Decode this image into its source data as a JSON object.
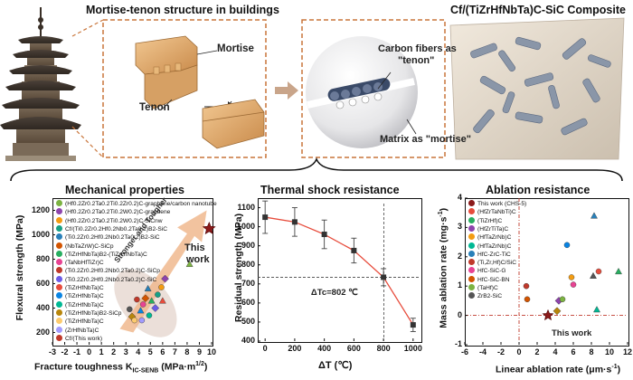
{
  "headers": {
    "top_left": "Mortise-tenon structure in buildings",
    "top_right": "Cf/(TiZrHfNbTa)C-SiC Composite",
    "mortise": "Mortise",
    "tenon": "Tenon",
    "carbon_fibers": "Carbon fibers as",
    "tenon_quoted": "\"tenon\"",
    "matrix": "Matrix as \"mortise\"",
    "mech": "Mechanical properties",
    "thermal": "Thermal shock resistance",
    "ablation": "Ablation resistance"
  },
  "panel1": {
    "ylabel": "Flexural strength (MPa)",
    "xlabel": "Fracture toughness K",
    "xlabel_sub": "IC-SENB",
    "xlabel_unit": " (MPa·m",
    "xlabel_sup": "1/2",
    "xlabel_end": ")",
    "arrow_text": "Stronger and Tougher",
    "this_work_1": "This",
    "this_work_2": "work",
    "xticks": [
      "-3",
      "-2",
      "-1",
      "0",
      "1",
      "2",
      "3",
      "4",
      "5",
      "6",
      "7",
      "8",
      "9",
      "10"
    ],
    "yticks": [
      "200",
      "400",
      "600",
      "800",
      "1000",
      "1200"
    ],
    "legend": [
      {
        "label": "(Hf0.2Zr0.2Ta0.2Ti0.2Zr0.2)C-graphene/carbon nanotube",
        "color": "#7cb342"
      },
      {
        "label": "(Hf0.2Zr0.2Ta0.2Ti0.2W0.2)C-graphene",
        "color": "#8e44ad"
      },
      {
        "label": "(Hf0.2Zr0.2Ta0.2Ti0.2W0.2)C-SiCnw",
        "color": "#f39c12"
      },
      {
        "label": "Cf/(Ti0.2Zr0.2Hf0.2Nb0.2Ta0.2)B2-SiC",
        "color": "#16a085"
      },
      {
        "label": "(Ti0.2Zr0.2Hf0.2Nb0.2Ta0.2)B2-SiC",
        "color": "#2980b9"
      },
      {
        "label": "(NbTaZrW)C-SiCp",
        "color": "#d35400"
      },
      {
        "label": "(TiZrHfNbTa)B2-(TiZrHfNbTa)C",
        "color": "#27ae60"
      },
      {
        "label": "(TaNbHfTiZr)C",
        "color": "#e84393"
      },
      {
        "label": "(Ti0.2Zr0.2Hf0.2Nb0.2Ta0.2)C-SiCp",
        "color": "#c0392b"
      },
      {
        "label": "(Ti0.2Zr0.2Hf0.2Nb0.2Ta0.2)C-SiC",
        "color": "#6c5ce7"
      },
      {
        "label": "(TiZrHfNbTa)C",
        "color": "#e74c3c"
      },
      {
        "label": "(TiZrHfNbTa)C",
        "color": "#0984e3"
      },
      {
        "label": "(TiZrHfNbTa)C",
        "color": "#00b894"
      },
      {
        "label": "(TiZrHfNbTa)B2-SiCp",
        "color": "#b8860b"
      },
      {
        "label": "(TiZrHfNbTa)C",
        "color": "#fdcb6e"
      },
      {
        "label": "(ZrHfNbTa)C",
        "color": "#a29bfe"
      },
      {
        "label": "Cf/(This work)",
        "color": "#c0392b"
      }
    ],
    "points": [
      {
        "x": 9.8,
        "y": 1050,
        "color": "#8b1a1a",
        "shape": "star"
      },
      {
        "x": 8.2,
        "y": 760,
        "color": "#7cb342",
        "shape": "tri"
      },
      {
        "x": 6.2,
        "y": 640,
        "color": "#8e44ad",
        "shape": "sq"
      },
      {
        "x": 5.9,
        "y": 570,
        "color": "#f39c12",
        "shape": "circ"
      },
      {
        "x": 5.6,
        "y": 510,
        "color": "#16a085",
        "shape": "circ"
      },
      {
        "x": 4.8,
        "y": 560,
        "color": "#2980b9",
        "shape": "tri"
      },
      {
        "x": 4.6,
        "y": 480,
        "color": "#d35400",
        "shape": "sq"
      },
      {
        "x": 5.1,
        "y": 460,
        "color": "#27ae60",
        "shape": "tri"
      },
      {
        "x": 4.4,
        "y": 430,
        "color": "#e84393",
        "shape": "circ"
      },
      {
        "x": 3.9,
        "y": 470,
        "color": "#c0392b",
        "shape": "circ"
      },
      {
        "x": 5.4,
        "y": 400,
        "color": "#6c5ce7",
        "shape": "sq"
      },
      {
        "x": 4.2,
        "y": 380,
        "color": "#0984e3",
        "shape": "tri"
      },
      {
        "x": 4.9,
        "y": 340,
        "color": "#00b894",
        "shape": "circ"
      },
      {
        "x": 3.5,
        "y": 330,
        "color": "#b8860b",
        "shape": "sq"
      },
      {
        "x": 3.7,
        "y": 300,
        "color": "#fdcb6e",
        "shape": "circ"
      },
      {
        "x": 4.3,
        "y": 300,
        "color": "#a29bfe",
        "shape": "circ"
      },
      {
        "x": 6.0,
        "y": 460,
        "color": "#e74c3c",
        "shape": "tri"
      },
      {
        "x": 3.3,
        "y": 390,
        "color": "#555555",
        "shape": "circ"
      }
    ]
  },
  "panel2": {
    "ylabel": "Residual strength (MPa)",
    "xlabel": "ΔT (℃)",
    "annotation": "ΔTc=802 ℃",
    "xticks": [
      "0",
      "200",
      "400",
      "600",
      "800",
      "1000"
    ],
    "yticks": [
      "400",
      "500",
      "600",
      "700",
      "800",
      "900",
      "1000",
      "1100"
    ]
  },
  "panel3": {
    "ylabel": "Mass ablation rate (mg·s",
    "ylabel_sup": "-1",
    "ylabel_end": ")",
    "xlabel": "Linear ablation rate (μm·s",
    "xlabel_sup": "-1",
    "xlabel_end": ")",
    "this_work": "This work",
    "xticks": [
      "-6",
      "-4",
      "-2",
      "0",
      "2",
      "4",
      "6",
      "8",
      "10",
      "12"
    ],
    "yticks": [
      "-1",
      "0",
      "1",
      "2",
      "3",
      "4"
    ],
    "legend": [
      {
        "label": "This work (CHS-5)",
        "color": "#8b1a1a"
      },
      {
        "label": "(HfZrTaNbTi)C",
        "color": "#e74c3c"
      },
      {
        "label": "(TiZrHf)C",
        "color": "#27ae60"
      },
      {
        "label": "(HfZrTiTa)C",
        "color": "#8e44ad"
      },
      {
        "label": "(HfTaZrNb)C",
        "color": "#f39c12"
      },
      {
        "label": "(HfTaZrNb)C",
        "color": "#00b894"
      },
      {
        "label": "HfC-ZrC-TiC",
        "color": "#2980b9"
      },
      {
        "label": "(Ti,Zr,Hf)C/SiC",
        "color": "#c0392b"
      },
      {
        "label": "HfC-SiC-G",
        "color": "#e84393"
      },
      {
        "label": "HfC-SiC-BN",
        "color": "#d35400"
      },
      {
        "label": "(TaHf)C",
        "color": "#7cb342"
      },
      {
        "label": "ZrB2-SiC",
        "color": "#555555"
      }
    ],
    "points": [
      {
        "x": 3.2,
        "y": 0.0,
        "color": "#8b1a1a",
        "shape": "star"
      },
      {
        "x": 8.3,
        "y": 3.4,
        "color": "#2980b9",
        "shape": "tri"
      },
      {
        "x": 5.3,
        "y": 2.4,
        "color": "#0984e3",
        "shape": "circ"
      },
      {
        "x": 11.0,
        "y": 1.5,
        "color": "#27ae60",
        "shape": "tri"
      },
      {
        "x": 8.8,
        "y": 1.5,
        "color": "#e74c3c",
        "shape": "circ"
      },
      {
        "x": 6.0,
        "y": 1.05,
        "color": "#e84393",
        "shape": "circ"
      },
      {
        "x": 5.8,
        "y": 1.3,
        "color": "#f39c12",
        "shape": "circ"
      },
      {
        "x": 0.8,
        "y": 1.0,
        "color": "#c0392b",
        "shape": "circ"
      },
      {
        "x": 8.2,
        "y": 1.35,
        "color": "#555555",
        "shape": "tri"
      },
      {
        "x": 4.4,
        "y": 0.5,
        "color": "#8e44ad",
        "shape": "sq"
      },
      {
        "x": 4.8,
        "y": 0.55,
        "color": "#7cb342",
        "shape": "circ"
      },
      {
        "x": 8.6,
        "y": 0.2,
        "color": "#00b894",
        "shape": "tri"
      },
      {
        "x": 0.9,
        "y": 0.55,
        "color": "#d35400",
        "shape": "circ"
      },
      {
        "x": 4.2,
        "y": 0.15,
        "color": "#b8860b",
        "shape": "sq"
      }
    ]
  },
  "chart_data": [
    {
      "type": "line",
      "title": "Thermal shock resistance",
      "xlabel": "ΔT (℃)",
      "ylabel": "Residual strength (MPa)",
      "xlim": [
        -50,
        1050
      ],
      "ylim": [
        400,
        1150
      ],
      "x": [
        0,
        200,
        400,
        600,
        800,
        1000
      ],
      "series": [
        {
          "values": [
            1050,
            1025,
            960,
            875,
            735,
            485
          ],
          "errors": [
            85,
            75,
            75,
            65,
            45,
            35
          ]
        }
      ],
      "annotations": [
        "ΔTc=802 ℃"
      ]
    },
    {
      "type": "scatter",
      "title": "Mechanical properties",
      "xlabel": "Fracture toughness KIC-SENB (MPa·m1/2)",
      "ylabel": "Flexural strength (MPa)",
      "xlim": [
        -3,
        10
      ],
      "ylim": [
        100,
        1300
      ]
    },
    {
      "type": "scatter",
      "title": "Ablation resistance",
      "xlabel": "Linear ablation rate (μm·s-1)",
      "ylabel": "Mass ablation rate (mg·s-1)",
      "xlim": [
        -6,
        12
      ],
      "ylim": [
        -1,
        4
      ]
    }
  ]
}
